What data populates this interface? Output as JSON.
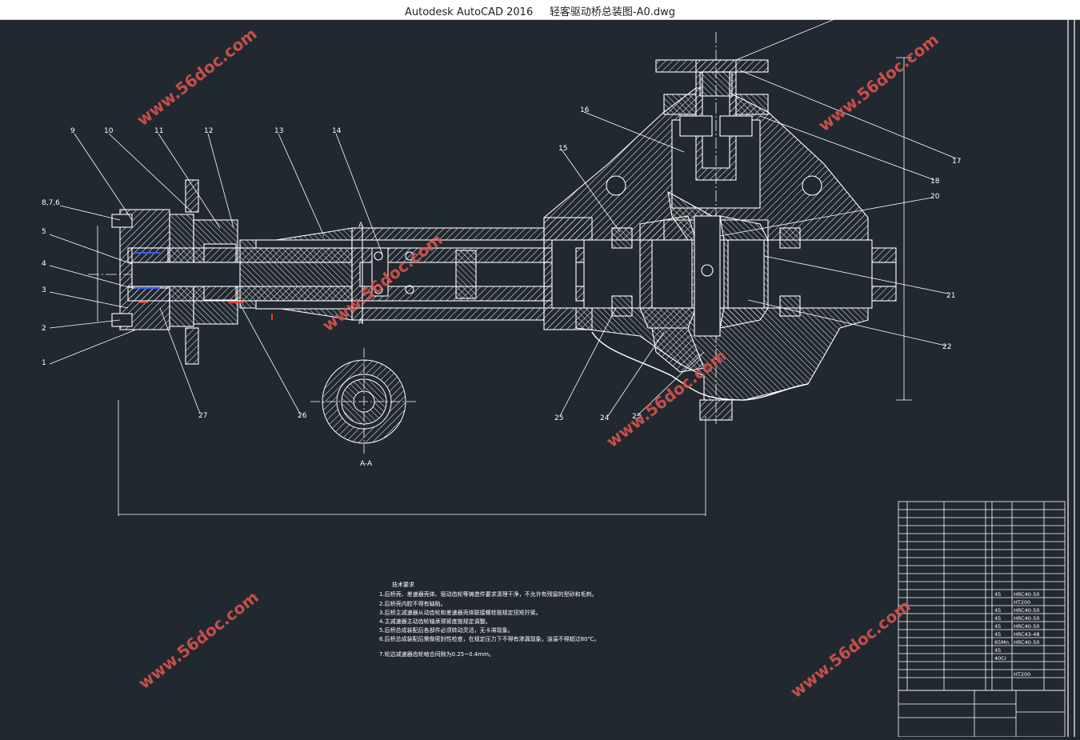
{
  "window": {
    "app_title": "Autodesk AutoCAD 2016",
    "file_title": "轻客驱动桥总装图-A0.dwg"
  },
  "drawing": {
    "balloons_left": [
      "8,7,6",
      "5",
      "4",
      "3",
      "2",
      "1"
    ],
    "balloons_top": [
      "9",
      "10",
      "11",
      "12",
      "13",
      "14",
      "15",
      "16"
    ],
    "balloons_right": [
      "17",
      "18",
      "20",
      "21",
      "22"
    ],
    "balloons_bottom": [
      "27",
      "26",
      "25",
      "24",
      "23"
    ],
    "section_mark": "A",
    "section_label": "A-A",
    "watermark": "www.56doc.com",
    "tech_requirements": {
      "title": "技术要求",
      "lines": [
        "1.后桥壳、差速器壳体、驱动齿轮等铸造件要求清理干净，不允许有残留的型砂和毛刺。",
        "2.后桥壳内腔不得有缺陷。",
        "3.后桥主减速器从动齿轮和差速器壳体联接螺栓按规定扭矩拧紧。",
        "4.主减速器主动齿轮轴承预紧度按规定调整。",
        "5.后桥总成装配后各部件必须转动灵活，无卡滞现象。",
        "6.后桥总成装配后需做密封性检查，在规定压力下不得有渗漏现象，油温不得超过80℃。",
        "7.轮边减速器齿轮啮合间隙为0.25~0.4mm。"
      ]
    },
    "bom_materials": [
      "HRC40-50",
      "HT200",
      "HRC40-50",
      "HRC40-50",
      "HRC40-50",
      "HRC43-48",
      "HRC40-50",
      "HT200"
    ],
    "bom_mat_short": [
      "45",
      "45",
      "45",
      "45",
      "45",
      "65Mn",
      "45",
      "40Cr"
    ]
  },
  "colors": {
    "background": "#212830",
    "lines": "#ffffff",
    "watermark": "#d9544f",
    "accent_red": "#e23b3b",
    "accent_blue": "#3b5bff"
  }
}
